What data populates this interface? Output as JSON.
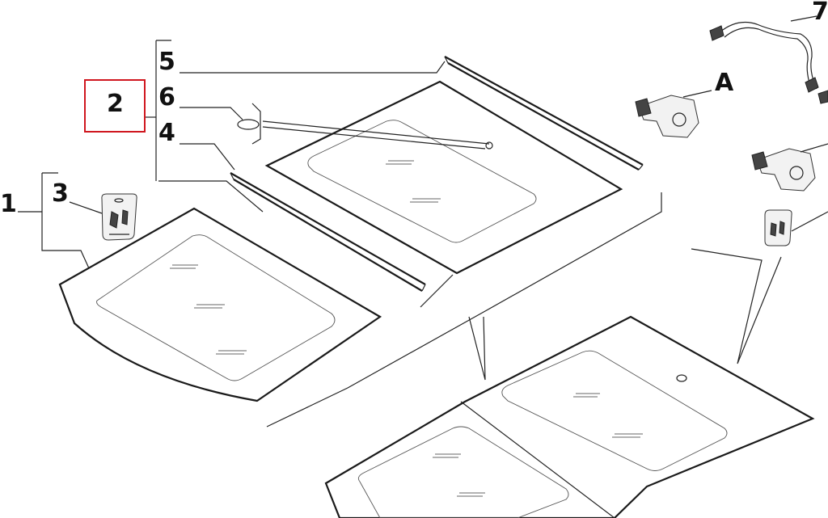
{
  "callouts": {
    "c1": "1",
    "c2": "2",
    "c3": "3",
    "c4": "4",
    "c5": "5",
    "c6": "6",
    "c7": "7",
    "cA": "A"
  },
  "colors": {
    "highlight": "#d0161e",
    "ink": "#111111"
  },
  "icons": [
    "motor-icon",
    "wiring-harness-icon",
    "fastener-kit-bag-icon"
  ]
}
